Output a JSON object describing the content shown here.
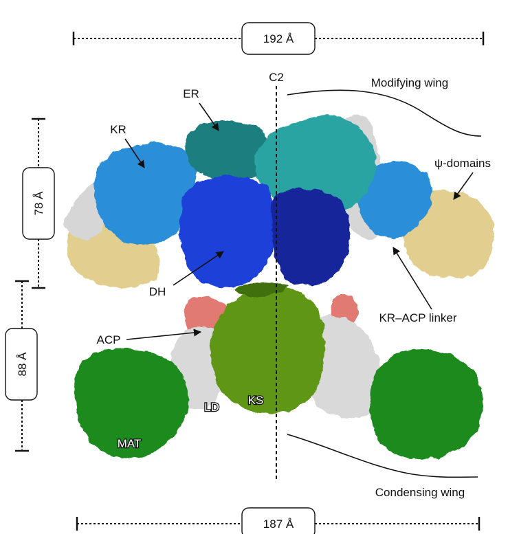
{
  "dimensions": {
    "top_width": "192 Å",
    "bottom_width": "187 Å",
    "upper_height": "78 Å",
    "lower_height": "88 Å"
  },
  "axis_label": "C2",
  "wings": {
    "modifying": "Modifying wing",
    "condensing": "Condensing wing"
  },
  "domains": {
    "er": "ER",
    "kr": "KR",
    "dh": "DH",
    "acp": "ACP",
    "ld": "LD",
    "ks": "KS",
    "mat": "MAT",
    "psi": "ψ-domains",
    "linker": "KR–ACP linker"
  },
  "colors": {
    "er": "#1a7e7e",
    "er_light": "#2aa3a3",
    "kr": "#2a8fd8",
    "dh": "#1a3fd8",
    "dh_dark": "#12279a",
    "acp": "#e07a72",
    "ld": "#d9d9d9",
    "ks": "#5f9618",
    "ks_dark": "#3f6f0c",
    "mat": "#1f8a1f",
    "psi": "#e2cf90"
  }
}
